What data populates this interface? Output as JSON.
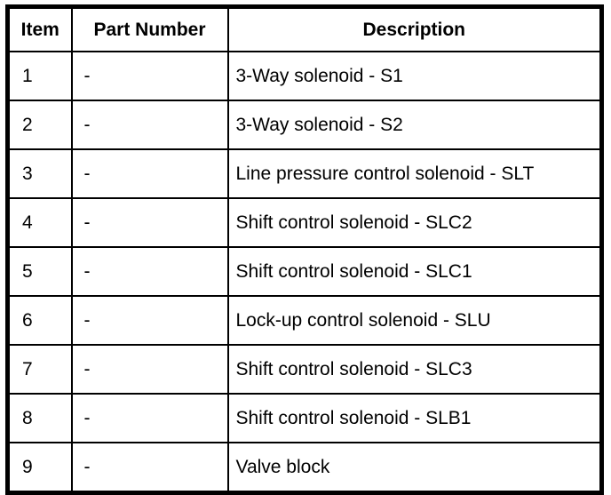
{
  "table": {
    "columns": [
      {
        "label": "Item"
      },
      {
        "label": "Part Number"
      },
      {
        "label": "Description"
      }
    ],
    "rows": [
      {
        "item": "1",
        "part_number": "-",
        "description": "3-Way solenoid - S1"
      },
      {
        "item": "2",
        "part_number": "-",
        "description": "3-Way solenoid - S2"
      },
      {
        "item": "3",
        "part_number": "-",
        "description": "Line pressure control solenoid - SLT"
      },
      {
        "item": "4",
        "part_number": "-",
        "description": "Shift control solenoid - SLC2"
      },
      {
        "item": "5",
        "part_number": "-",
        "description": "Shift control solenoid - SLC1"
      },
      {
        "item": "6",
        "part_number": "-",
        "description": "Lock-up control solenoid - SLU"
      },
      {
        "item": "7",
        "part_number": "-",
        "description": "Shift control solenoid - SLC3"
      },
      {
        "item": "8",
        "part_number": "-",
        "description": "Shift control solenoid - SLB1"
      },
      {
        "item": "9",
        "part_number": "-",
        "description": "Valve block"
      }
    ]
  },
  "colors": {
    "border": "#000000",
    "background": "#ffffff",
    "text": "#000000"
  }
}
